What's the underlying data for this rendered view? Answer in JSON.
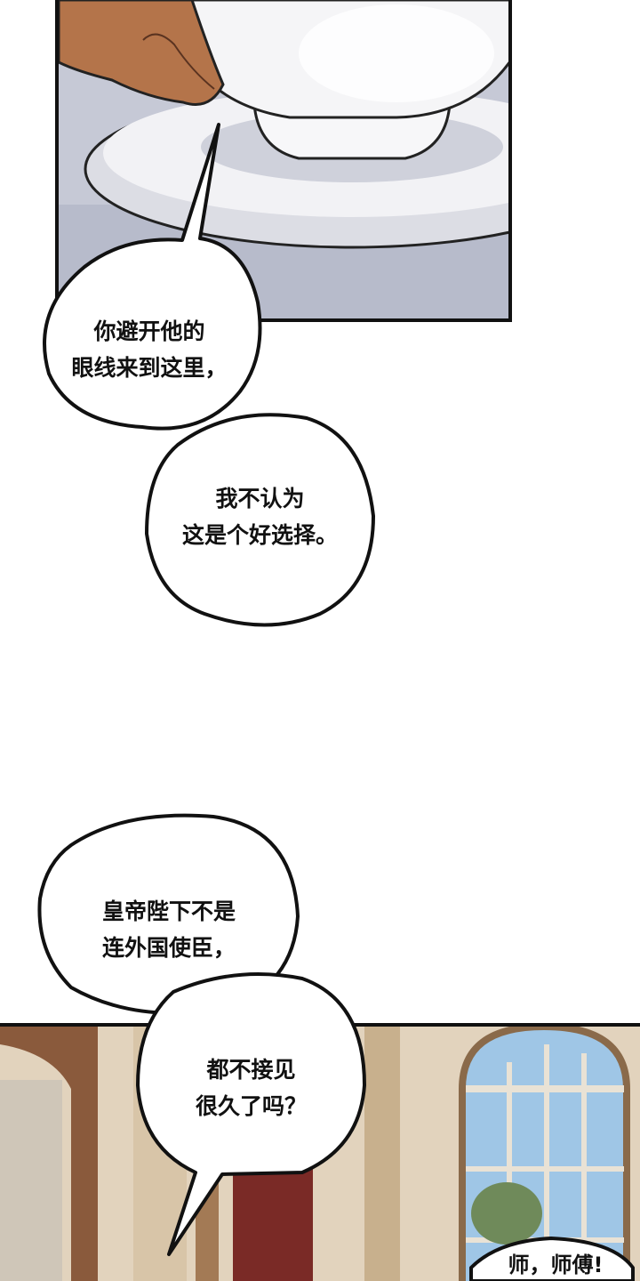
{
  "colors": {
    "ink": "#111111",
    "paper": "#ffffff",
    "tablecloth": "#c6c9d6",
    "hand": "#b4744a",
    "porcelain": "#f4f4f6",
    "wall": "#e2d3bd",
    "wood": "#8a5a3c",
    "curtain": "#7a2a26",
    "sky": "#9fc6e6"
  },
  "bubbles": [
    {
      "lines": [
        "你避开他的",
        "眼线来到这里，"
      ]
    },
    {
      "lines": [
        "我不认为",
        "这是个好选择。"
      ]
    },
    {
      "lines": [
        "皇帝陛下不是",
        "连外国使臣，"
      ]
    },
    {
      "lines": [
        "都不接见",
        "很久了吗？"
      ]
    },
    {
      "lines": [
        "师，师傅!"
      ]
    }
  ]
}
